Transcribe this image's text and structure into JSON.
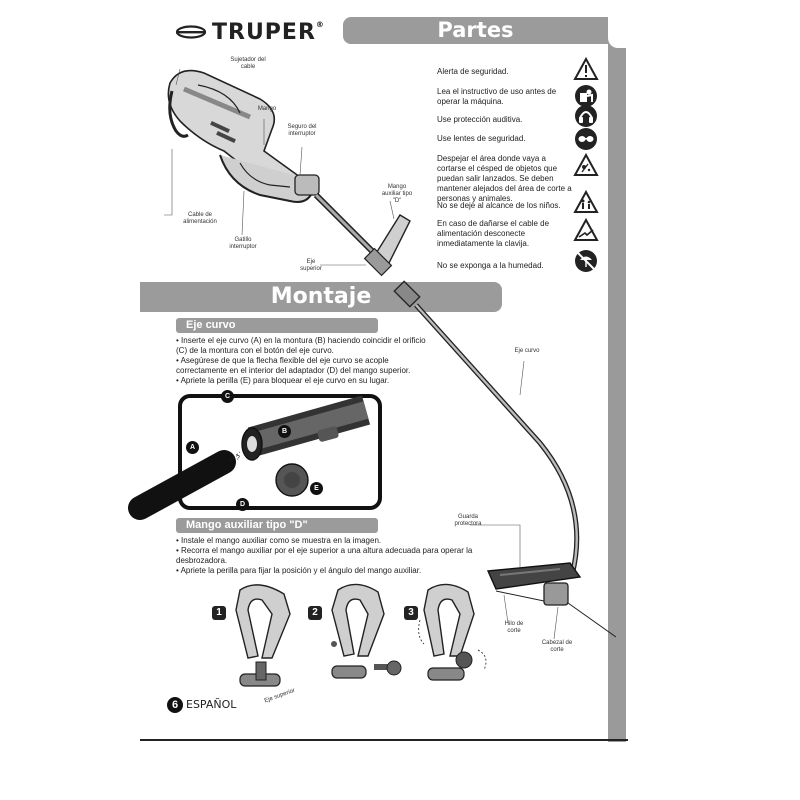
{
  "brand": {
    "name": "TRUPER",
    "reg": "®"
  },
  "sections": {
    "partes": "Partes",
    "montaje": "Montaje"
  },
  "warnings": [
    {
      "text": "Alerta de seguridad.",
      "icon": "warning-triangle-icon"
    },
    {
      "text": "Lea el instructivo de uso antes de operar la máquina.",
      "icon": "read-manual-icon"
    },
    {
      "text": "Use protección auditiva.",
      "icon": "ear-protection-icon"
    },
    {
      "text": "Use lentes de seguridad.",
      "icon": "safety-glasses-icon"
    },
    {
      "text": "Despejar el área donde vaya a cortarse el césped de objetos que puedan salir lanzados. Se deben mantener alejados del área de corte a personas y animales.",
      "icon": "thrown-objects-icon"
    },
    {
      "text": "No se deje al alcance de los niños.",
      "icon": "keep-children-away-icon"
    },
    {
      "text": "En caso de dañarse el cable de alimentación desconecte inmediatamente la clavija.",
      "icon": "damaged-cable-icon"
    },
    {
      "text": "No se exponga a la humedad.",
      "icon": "no-rain-icon"
    }
  ],
  "part_labels": {
    "sujetador": "Sujetador del cable",
    "mango": "Mango",
    "seguro": "Seguro del interruptor",
    "mango_aux": "Mango auxiliar tipo \"D\"",
    "cable": "Cable de alimentación",
    "gatillo": "Gatillo interruptor",
    "eje_superior": "Eje superior",
    "eje_curvo": "Eje curvo",
    "guarda": "Guarda protectora",
    "hilo": "Hilo de corte",
    "cabezal": "Cabezal de corte"
  },
  "eje_curvo": {
    "title": "Eje curvo",
    "bullets": [
      "• Inserte el eje curvo (A) en la montura (B) haciendo coincidir el orificio (C) de la montura con el botón del eje curvo.",
      "• Asegúrese de que la flecha flexible del eje curvo se acople correctamente en el interior del adaptador (D) del mango superior.",
      "• Apriete la perilla (E) para bloquear el eje curvo en su lugar."
    ],
    "callouts": [
      "A",
      "B",
      "C",
      "D",
      "E"
    ]
  },
  "mango_aux": {
    "title": "Mango auxiliar tipo \"D\"",
    "bullets": [
      "• Instale el mango auxiliar como se muestra en la imagen.",
      "• Recorra el mango auxiliar por el eje superior a una altura adecuada para operar la desbrozadora.",
      "• Apriete la perilla para fijar la posición y el ángulo del mango auxiliar."
    ],
    "steps": [
      "1",
      "2",
      "3"
    ],
    "eje_label": "Eje superior"
  },
  "footer": {
    "page": "6",
    "language": "ESPAÑOL"
  },
  "colors": {
    "banner": "#9b9b9b",
    "side_bar": "#9a9a9a",
    "ink": "#222222"
  }
}
